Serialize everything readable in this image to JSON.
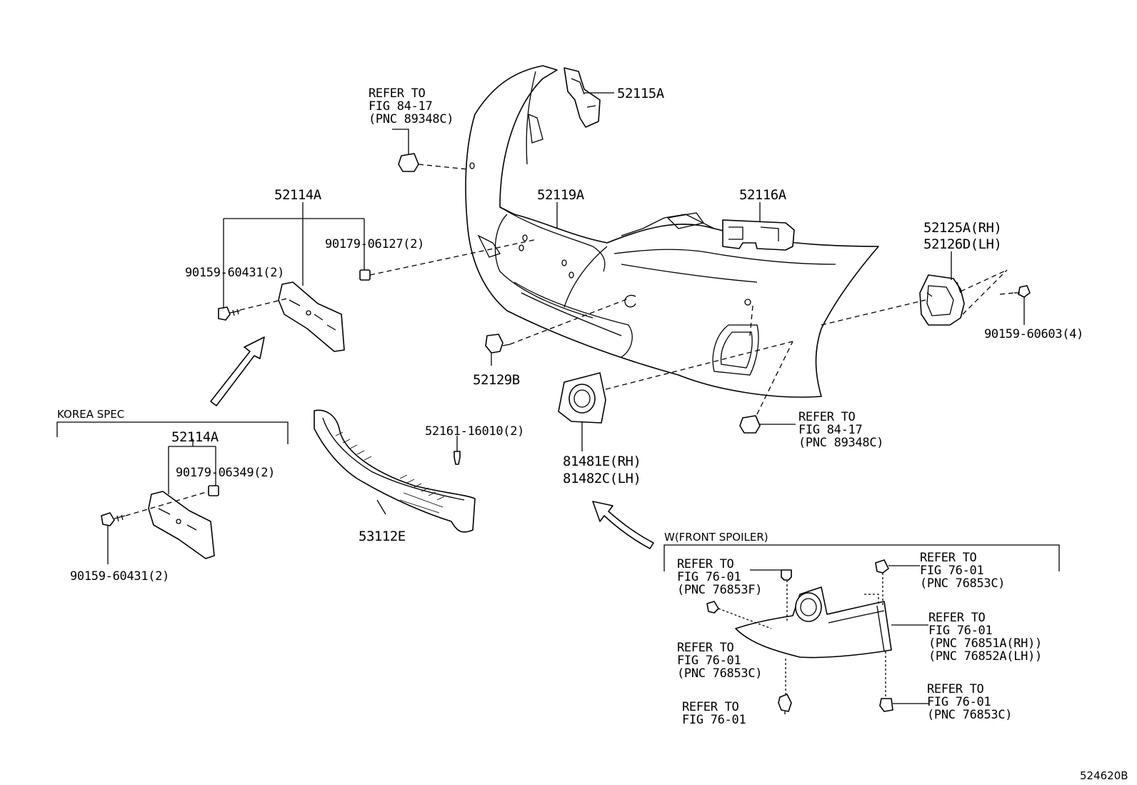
{
  "parts": {
    "p52115A": "52115A",
    "p52119A": "52119A",
    "p52116A": "52116A",
    "p52114A_top": "52114A",
    "p90179_06127": "90179-06127(2)",
    "p90159_60431_top": "90159-60431(2)",
    "p52125A": "52125A(RH)",
    "p52126D": "52126D(LH)",
    "p90159_60603": "90159-60603(4)",
    "p52129B": "52129B",
    "p52161_16010": "52161-16010(2)",
    "p53112E": "53112E",
    "p81481E": "81481E(RH)",
    "p81482C": "81482C(LH)",
    "p52114A_korea": "52114A",
    "p90179_06349": "90179-06349(2)",
    "p90159_60431_korea": "90159-60431(2)"
  },
  "refs": {
    "top_left": [
      "REFER TO",
      "FIG 84-17",
      "(PNC 89348C)"
    ],
    "right_mid": [
      "REFER TO",
      "FIG 84-17",
      "(PNC 89348C)"
    ],
    "spoiler_a": [
      "REFER TO",
      "FIG 76-01",
      "(PNC 76853F)"
    ],
    "spoiler_b": [
      "REFER TO",
      "FIG 76-01",
      "(PNC 76853C)"
    ],
    "spoiler_c": [
      "REFER TO",
      "FIG 76-01",
      "(PNC 76851A(RH))",
      "(PNC 76852A(LH))"
    ],
    "spoiler_d": [
      "REFER TO",
      "FIG 76-01",
      "(PNC 76853C)"
    ],
    "spoiler_e": [
      "REFER TO",
      "FIG 76-01"
    ],
    "spoiler_f": [
      "REFER TO",
      "FIG 76-01",
      "(PNC 76853C)"
    ]
  },
  "groups": {
    "korea_spec": "KOREA SPEC",
    "front_spoiler": "W(FRONT SPOILER)"
  },
  "figure_id": "524620B"
}
